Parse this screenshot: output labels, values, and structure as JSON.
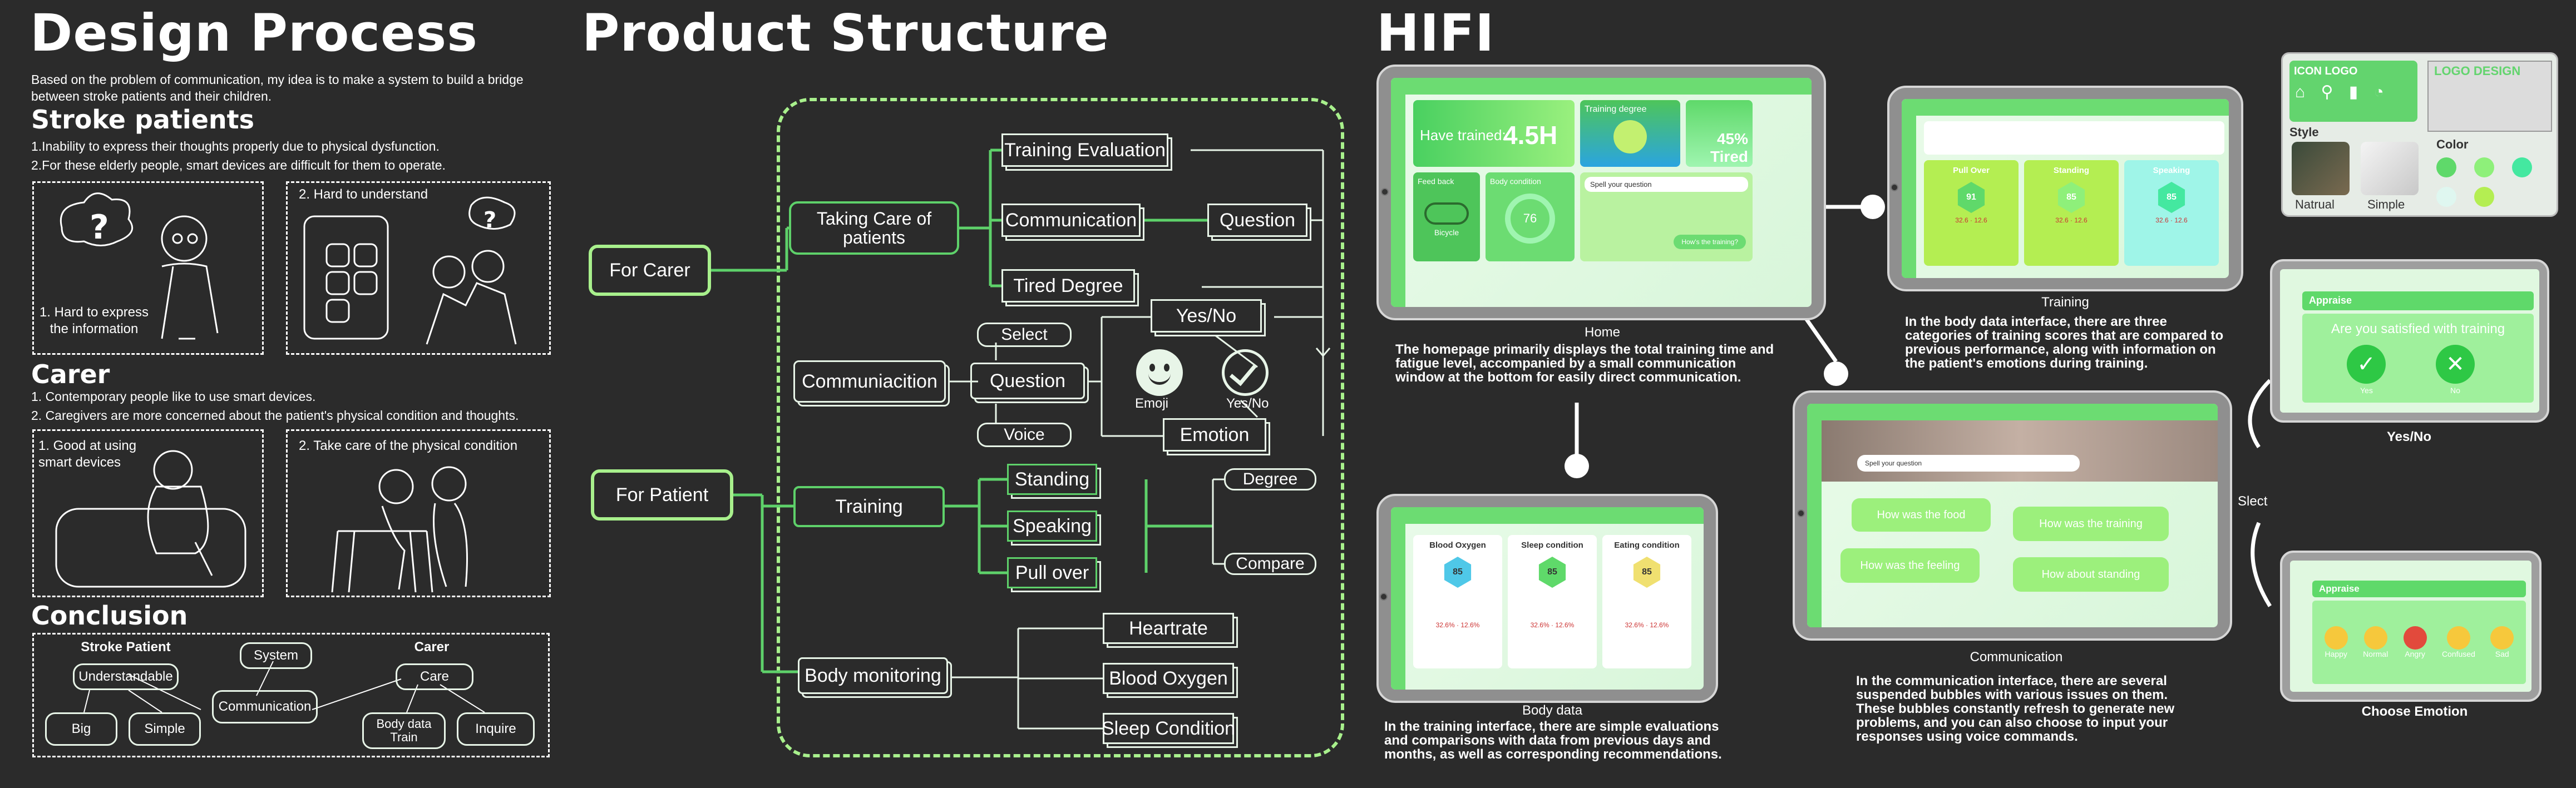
{
  "design": {
    "title": "Design Process",
    "intro": "Based on the problem of communication, my idea is to make a system to build a bridge between stroke patients and their children.",
    "stroke_title": "Stroke patients",
    "stroke_points": [
      "1.Inability to express their thoughts properly due to physical dysfunction.",
      "2.For these elderly people, smart devices are difficult for them to operate."
    ],
    "stroke_cards": [
      "1. Hard to express the information",
      "2. Hard to understand"
    ],
    "carer_title": "Carer",
    "carer_points": [
      "1. Contemporary people like to use smart devices.",
      "2. Caregivers are more concerned about the patient's physical condition and thoughts."
    ],
    "carer_cards": [
      "1. Good at using smart devices",
      "2. Take care of the physical condition"
    ],
    "conclusion_title": "Conclusion",
    "conclusion": {
      "stroke_patient": "Stroke Patient",
      "carer": "Carer",
      "understandable": "Understandable",
      "system": "System",
      "care": "Care",
      "communication": "Communication",
      "big": "Big",
      "simple": "Simple",
      "body_data": "Body data Train",
      "inquire": "Inquire"
    }
  },
  "structure": {
    "title": "Product Structure",
    "for_carer": "For Carer",
    "for_patient": "For Patient",
    "taking_care": "Taking Care of patients",
    "training_eval": "Training Evaluation",
    "communication": "Communication",
    "question_top": "Question",
    "tired": "Tired Degree",
    "communiacition": "Communiacition",
    "select": "Select",
    "question_mid": "Question",
    "voice": "Voice",
    "yesno": "Yes/No",
    "emoji": "Emoji",
    "yesno_small": "Yes/No",
    "emotion": "Emotion",
    "training": "Training",
    "standing": "Standing",
    "speaking": "Speaking",
    "pullover": "Pull over",
    "degree": "Degree",
    "compare": "Compare",
    "body_monitoring": "Body monitoring",
    "heartrate": "Heartrate",
    "blood_oxygen": "Blood Oxygen",
    "sleep": "Sleep Condition"
  },
  "hifi": {
    "title": "HIFI",
    "home": {
      "caption": "Home",
      "desc": "The homepage primarily displays the total training time and fatigue level, accompanied by a small communication window at the bottom for easily direct communication.",
      "have_trained": "Have trained:",
      "hours": "4.5H",
      "training_degree": "Training degree",
      "tired_pct": "45%",
      "tired_word": "Tired",
      "feedback": "Feed back",
      "bicycle": "Bicycle",
      "body_condition": "Body condition",
      "body_value": "76",
      "spell": "Spell your question",
      "how_training": "How's the training?"
    },
    "training": {
      "caption": "Training",
      "desc": "In the body data interface, there are three categories of training scores that are compared to previous performance, along with information on the patient's emotions during training.",
      "cols": [
        {
          "name": "Pull Over",
          "score": "91",
          "a": "32.6",
          "b": "12.6"
        },
        {
          "name": "Standing",
          "score": "85",
          "a": "32.6",
          "b": "12.6"
        },
        {
          "name": "Speaking",
          "score": "85",
          "a": "32.6",
          "b": "12.6"
        }
      ]
    },
    "body": {
      "caption": "Body data",
      "desc": "In the training interface, there are simple evaluations and comparisons with data from previous days and months, as well as corresponding recommendations.",
      "cols": [
        {
          "name": "Blood Oxygen",
          "score": "85",
          "a": "32.6%",
          "b": "12.6%"
        },
        {
          "name": "Sleep condition",
          "score": "85",
          "a": "32.6%",
          "b": "12.6%"
        },
        {
          "name": "Eating condition",
          "score": "85",
          "a": "32.6%",
          "b": "12.6%"
        }
      ]
    },
    "comm": {
      "caption": "Communication",
      "desc": "In the communication interface, there are several suspended bubbles with various issues on them. These bubbles constantly refresh to generate new problems, and you can also choose to input your responses using voice commands.",
      "spell": "Spell your question",
      "bubbles": [
        "How was the food",
        "How was the training",
        "How was the feeling",
        "How about standing"
      ]
    },
    "icon_logo": "ICON LOGO",
    "logo_design": "LOGO DESIGN",
    "style": "Style",
    "natrual": "Natrual",
    "simple": "Simple",
    "color": "Color",
    "colors": [
      "#5fd96a",
      "#8ef07a",
      "#9ff5b0",
      "#44e8a0",
      "#dff7f0",
      "#b4ee52"
    ],
    "yesno": {
      "caption": "Yes/No",
      "appraise": "Appraise",
      "question": "Are you satisfied with training",
      "yes": "Yes",
      "no": "No"
    },
    "slect": "Slect",
    "emotion": {
      "caption": "Choose Emotion",
      "appraise": "Appraise",
      "faces": [
        "Happy",
        "Normal",
        "Angry",
        "Confused",
        "Sad"
      ]
    }
  }
}
